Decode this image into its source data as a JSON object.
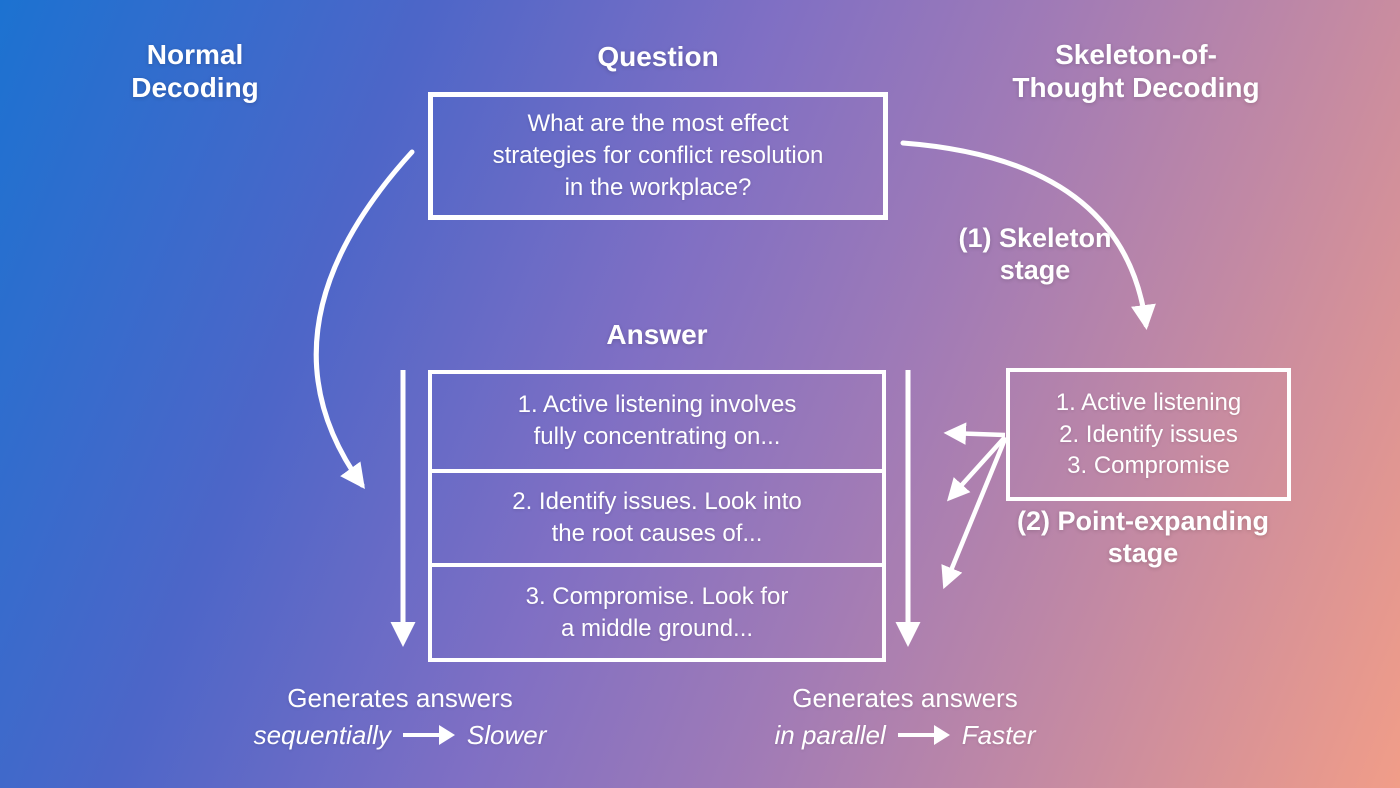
{
  "colors": {
    "gradient_top_left": "#1c72d1",
    "gradient_mid_purple": "#7f6fc4",
    "gradient_bottom_right": "#f19d88",
    "foreground": "#ffffff"
  },
  "headers": {
    "left_column": "Normal\nDecoding",
    "question": "Question",
    "right_column": "Skeleton-of-\nThought Decoding",
    "answer": "Answer"
  },
  "question_box": {
    "text": "What are the most effect\nstrategies for conflict resolution\nin the workplace?"
  },
  "answer_box": {
    "items": [
      "1. Active listening involves\nfully concentrating on...",
      "2. Identify issues. Look into\nthe root causes of...",
      "3. Compromise. Look for\na middle ground..."
    ]
  },
  "skeleton_box": {
    "text": "1. Active listening\n2. Identify issues\n3. Compromise"
  },
  "stages": {
    "stage1": "(1) Skeleton\nstage",
    "stage2": "(2) Point-expanding\nstage"
  },
  "captions": {
    "normal": {
      "line1": "Generates answers",
      "emphasis": "sequentially",
      "result": "Slower"
    },
    "sot": {
      "line1": "Generates answers",
      "emphasis": "in parallel",
      "result": "Faster"
    }
  }
}
